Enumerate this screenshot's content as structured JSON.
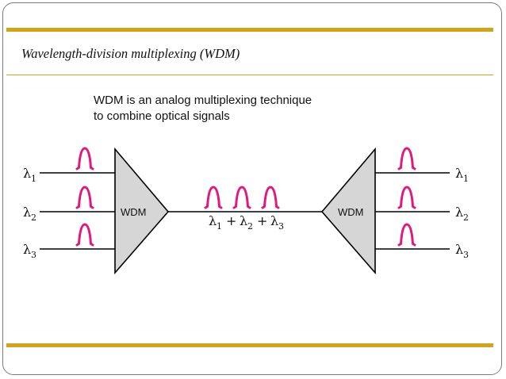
{
  "slide": {
    "title": "Wavelength-division multiplexing (WDM)",
    "description_lines": [
      "WDM is an analog multiplexing technique",
      "to combine optical signals"
    ]
  },
  "diagram": {
    "left_mux_label": "WDM",
    "right_demux_label": "WDM",
    "lambda_symbol": "λ",
    "input_channels": [
      {
        "symbol": "λ",
        "subscript": "1"
      },
      {
        "symbol": "λ",
        "subscript": "2"
      },
      {
        "symbol": "λ",
        "subscript": "3"
      }
    ],
    "output_channels": [
      {
        "symbol": "λ",
        "subscript": "1"
      },
      {
        "symbol": "λ",
        "subscript": "2"
      },
      {
        "symbol": "λ",
        "subscript": "3"
      }
    ],
    "combined_signal": {
      "terms": [
        {
          "symbol": "λ",
          "subscript": "1"
        },
        {
          "symbol": "λ",
          "subscript": "2"
        },
        {
          "symbol": "λ",
          "subscript": "3"
        }
      ],
      "operator": "+"
    },
    "colors": {
      "pulse": "#e0197d",
      "triangle_fill": "#d6d6d6",
      "accent_bar": "#cfa31c",
      "line": "#000000"
    }
  }
}
